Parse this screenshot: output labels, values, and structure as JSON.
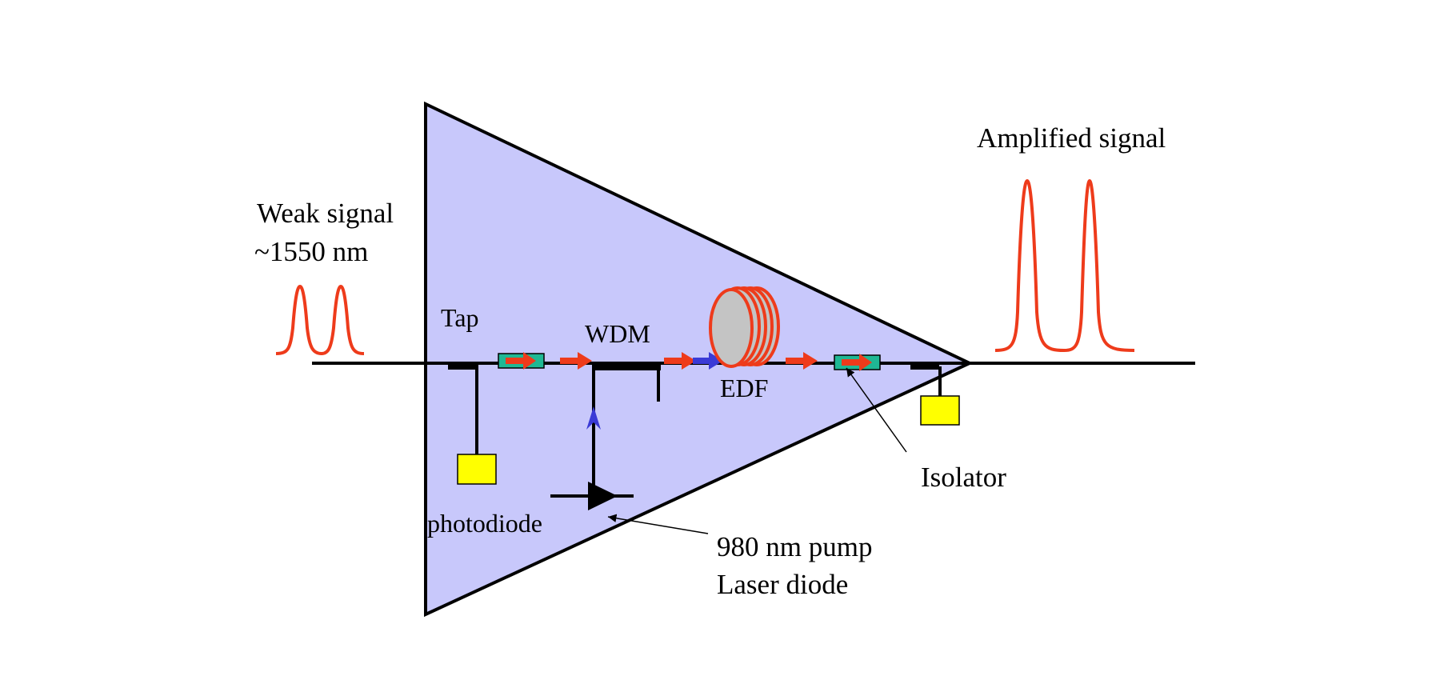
{
  "labels": {
    "weak_signal_line1": "Weak signal",
    "weak_signal_line2": "~1550 nm",
    "amplified_signal": "Amplified signal",
    "tap": "Tap",
    "wdm": "WDM",
    "edf": "EDF",
    "isolator": "Isolator",
    "photodiode": "photodiode",
    "pump_line1": "980 nm pump",
    "pump_line2": "Laser diode"
  },
  "colors": {
    "amplifier_fill": "#c8c8fb",
    "signal": "#ee3b1b",
    "pump": "#3a3ad6",
    "isolator": "#1fb894",
    "detector": "#ffff00",
    "fiber_coil": "#c4c4c4",
    "line": "#000000"
  }
}
